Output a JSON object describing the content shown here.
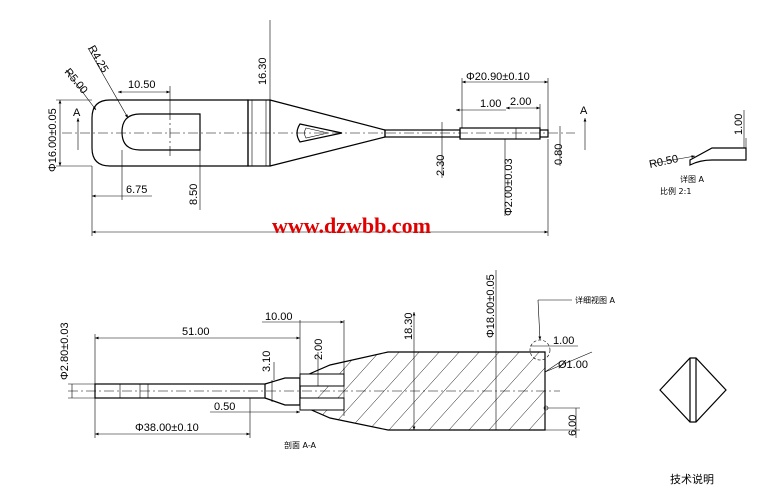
{
  "top_view": {
    "dims": {
      "r425": "R4.25",
      "r500": "R5.00",
      "d1050": "10.50",
      "d1630": "16.30",
      "d1600": "Φ16.00±0.05",
      "d675": "6.75",
      "d850": "8.50",
      "d2090": "Φ20.90±0.10",
      "d100": "1.00",
      "d200": "2.00",
      "d230": "2.30",
      "d200b": "Φ2.00±0.03",
      "d080": "0.80"
    },
    "section_mark_left": "A",
    "section_mark_right": "A"
  },
  "detail_view": {
    "label": "详图 A",
    "scale": "比例 2:1",
    "radius": "R0.50",
    "dim": "1.00"
  },
  "watermark": "www.dzwbb.com",
  "section_view": {
    "label": "剖面 A-A",
    "callout": "详细视图 A",
    "dims": {
      "d280": "Φ2.80±0.03",
      "d5100": "51.00",
      "d1000": "10.00",
      "d310": "3.10",
      "d200": "2.00",
      "d050": "0.50",
      "d3800": "Φ38.00±0.10",
      "d1830": "18.30",
      "d1800": "Φ18.00±0.05",
      "d100": "1.00",
      "dphi100": "Ø1.00",
      "d600": "6.00"
    }
  },
  "technical_notes": "技术说明"
}
